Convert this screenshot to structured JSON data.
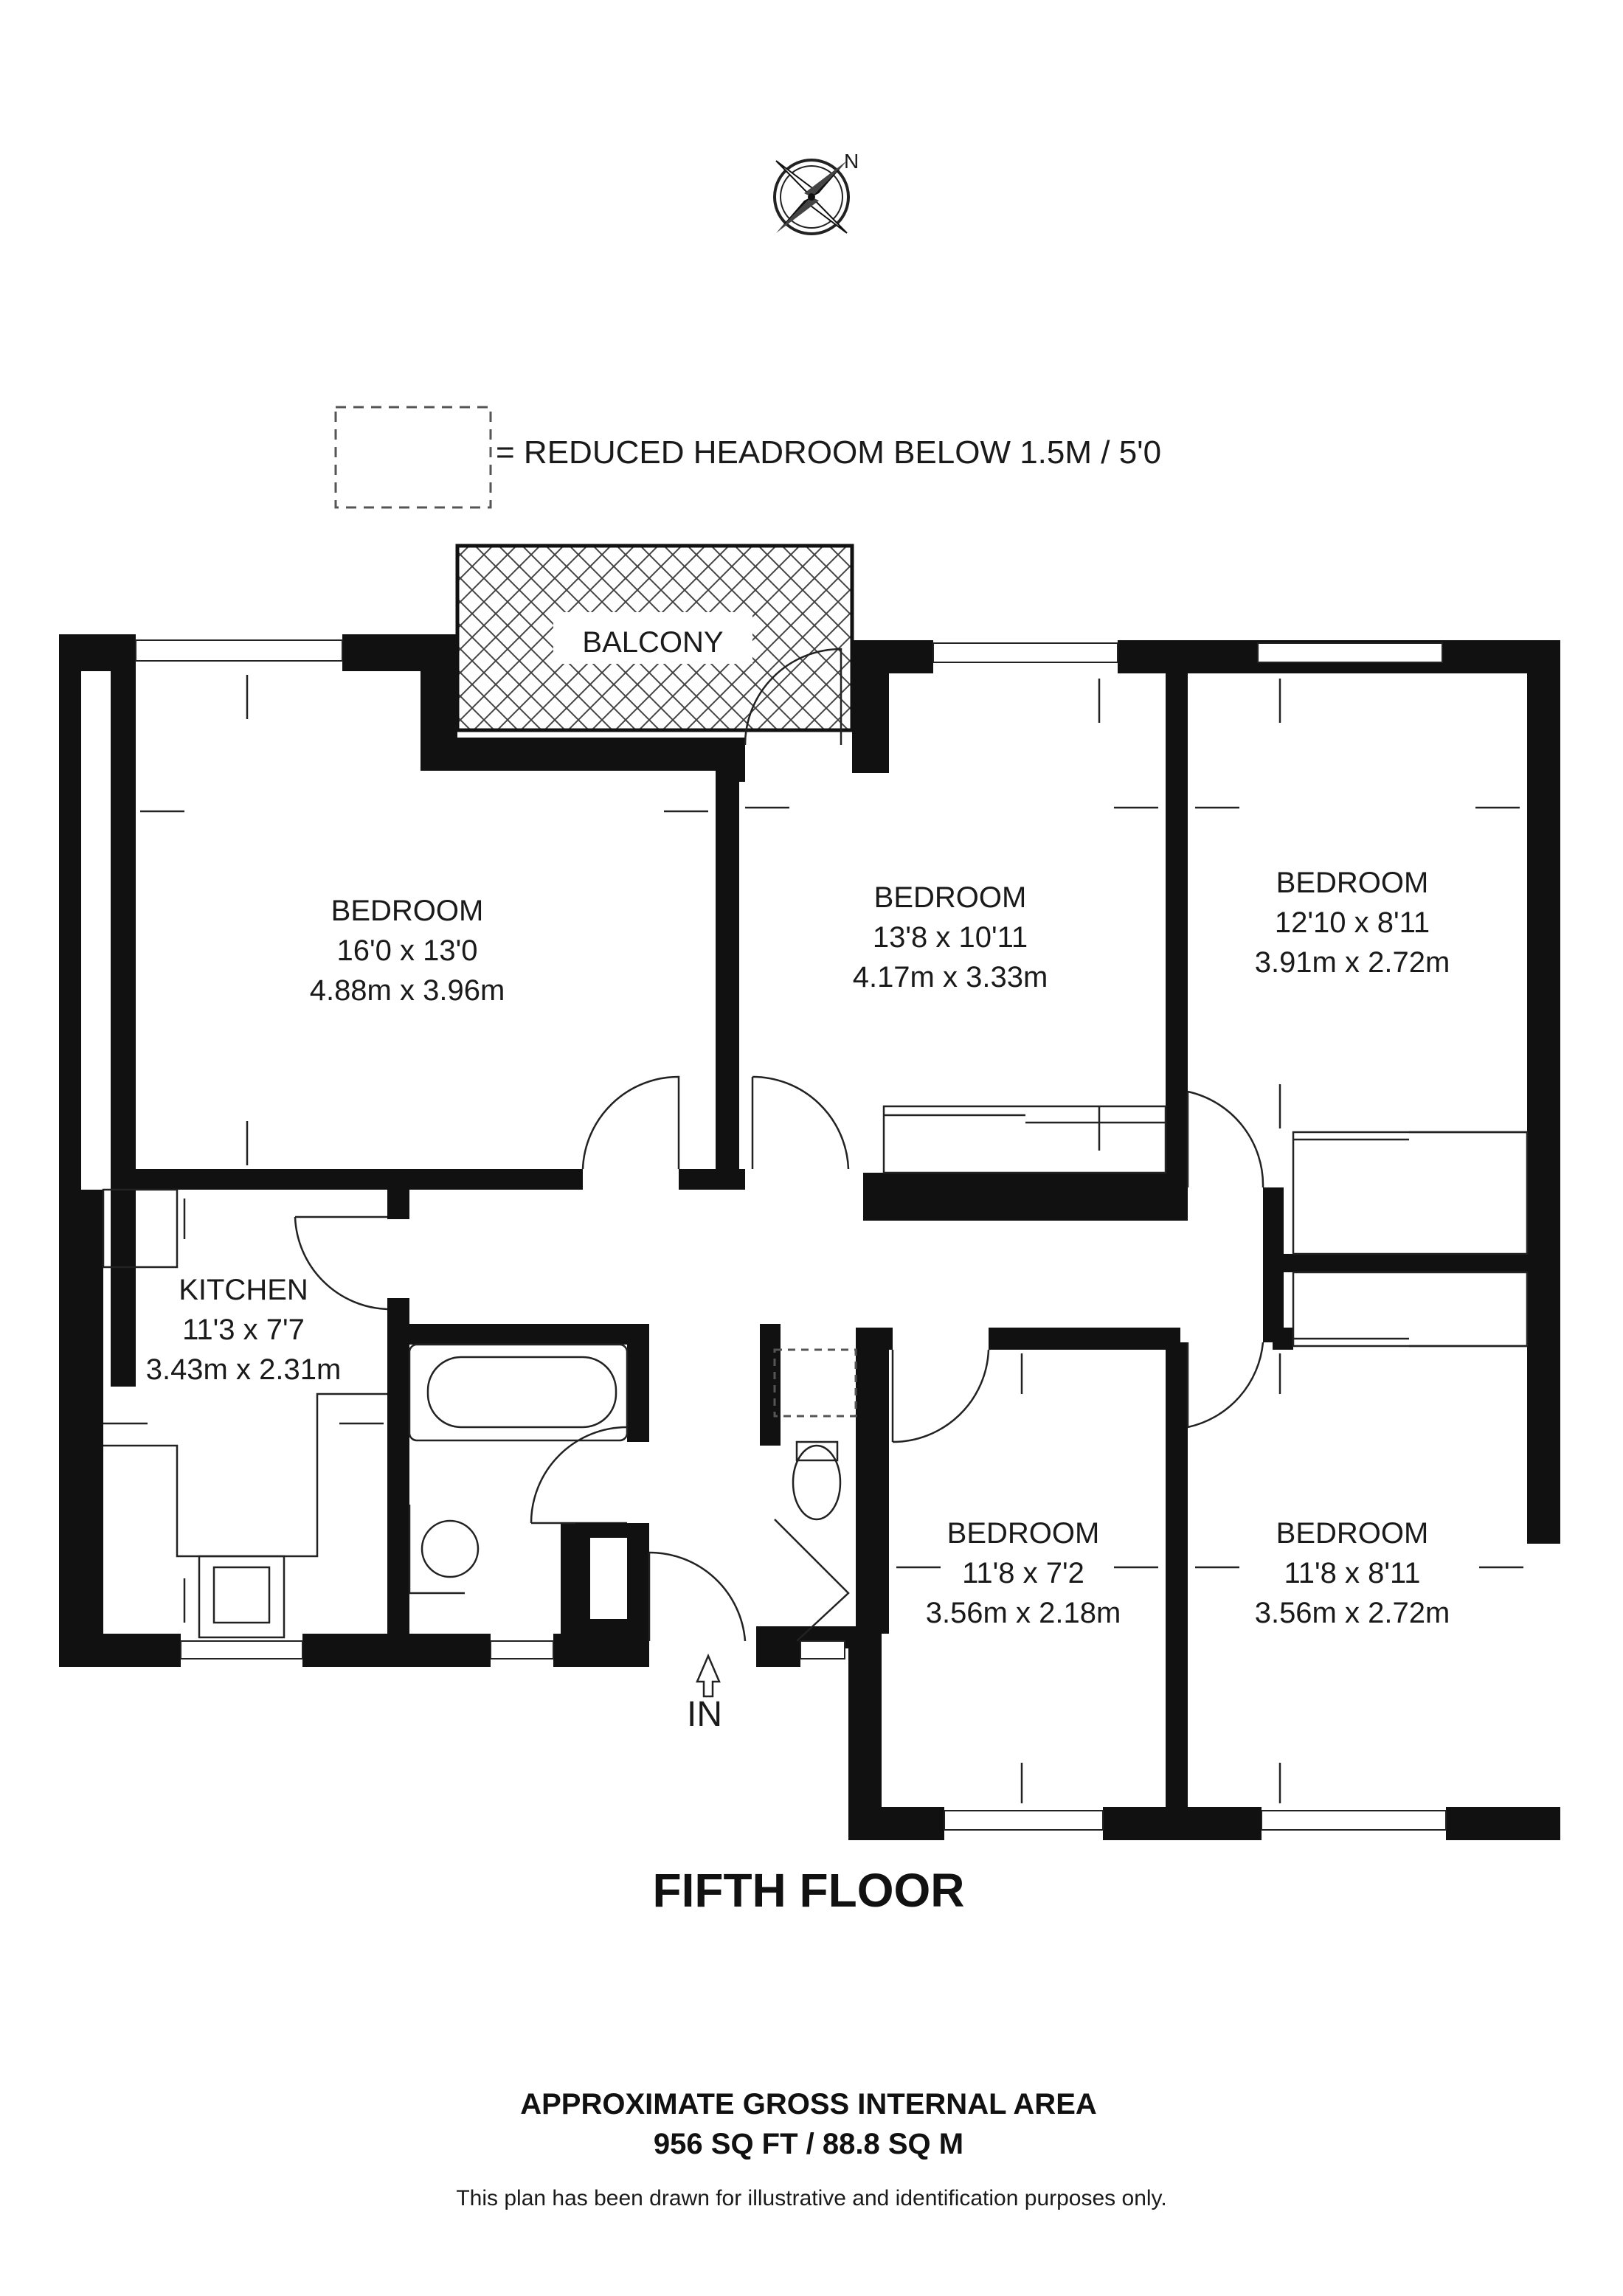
{
  "compass": {
    "north_letter": "N"
  },
  "legend": {
    "text": "= REDUCED HEADROOM BELOW 1.5M / 5'0"
  },
  "rooms": {
    "balcony": {
      "name": "BALCONY"
    },
    "bedroom1": {
      "name": "BEDROOM",
      "imperial": "16'0 x 13'0",
      "metric": "4.88m x 3.96m"
    },
    "bedroom2": {
      "name": "BEDROOM",
      "imperial": "13'8 x 10'11",
      "metric": "4.17m x 3.33m"
    },
    "bedroom3": {
      "name": "BEDROOM",
      "imperial": "12'10 x 8'11",
      "metric": "3.91m x 2.72m"
    },
    "kitchen": {
      "name": "KITCHEN",
      "imperial": "11'3 x 7'7",
      "metric": "3.43m x 2.31m"
    },
    "bedroom4": {
      "name": "BEDROOM",
      "imperial": "11'8 x 7'2",
      "metric": "3.56m x 2.18m"
    },
    "bedroom5": {
      "name": "BEDROOM",
      "imperial": "11'8 x 8'11",
      "metric": "3.56m x 2.72m"
    }
  },
  "entrance": {
    "label": "IN"
  },
  "floor_title": "FIFTH FLOOR",
  "area": {
    "heading": "APPROXIMATE GROSS INTERNAL AREA",
    "value": "956 SQ FT / 88.8 SQ M"
  },
  "disclaimer": "This plan has been drawn for illustrative and identification purposes only."
}
